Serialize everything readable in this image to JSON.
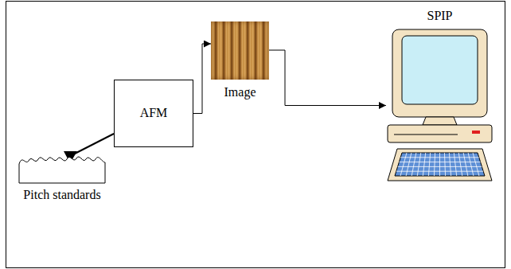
{
  "diagram": {
    "nodes": [
      {
        "text": [
          "Pitch standards"
        ]
      },
      {
        "text": [
          "AFM"
        ]
      },
      {
        "text": [
          "Image"
        ]
      },
      {
        "text": [
          "SPIP"
        ]
      }
    ],
    "edges": [
      {
        "from": 1,
        "to": 2,
        "arrow": "to"
      },
      {
        "from": 2,
        "to": 3,
        "arrow": "to"
      }
    ]
  }
}
